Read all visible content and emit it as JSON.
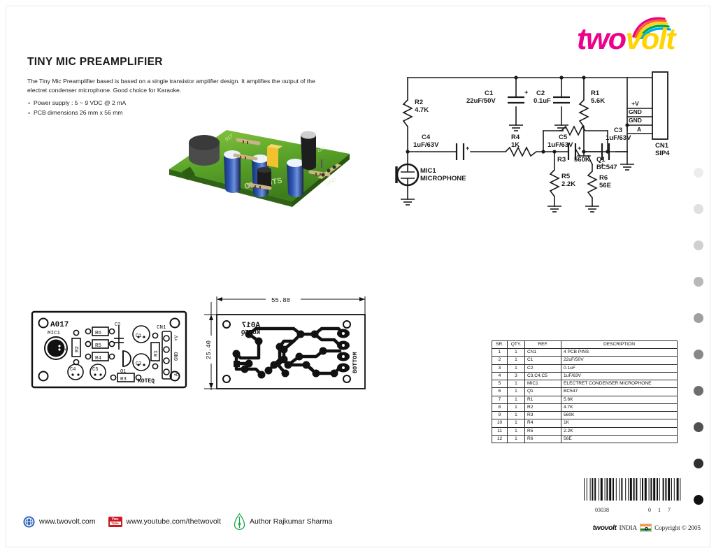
{
  "brand": {
    "logo_two": "two",
    "logo_volt": "volt",
    "accent_magenta": "#ec008c",
    "accent_yellow": "#ffd400"
  },
  "header": {
    "title": "TINY MIC PREAMPLIFIER",
    "intro": "The Tiny Mic Preamplifier based  is based on a single transistor amplifier design.  It amplifies the output of the electret condenser microphone.  Good choice for Karaoke.",
    "bullets": [
      "Power supply : 5 ~ 9 VDC @ 2 mA",
      "PCB dimensions 26 mm x 56 mm"
    ]
  },
  "schematic": {
    "components": [
      {
        "ref": "R2",
        "value": "4.7K"
      },
      {
        "ref": "C1",
        "value": "22uF/50V"
      },
      {
        "ref": "C2",
        "value": "0.1uF"
      },
      {
        "ref": "R1",
        "value": "5.6K"
      },
      {
        "ref": "C3",
        "value": "1uF/63V"
      },
      {
        "ref": "C4",
        "value": "1uF/63V"
      },
      {
        "ref": "R4",
        "value": "1K"
      },
      {
        "ref": "C5",
        "value": "1uF/63V"
      },
      {
        "ref": "R3",
        "value": "560K"
      },
      {
        "ref": "Q1",
        "value": "BC547"
      },
      {
        "ref": "R5",
        "value": "2.2K"
      },
      {
        "ref": "R6",
        "value": "56E"
      },
      {
        "ref": "MIC1",
        "value": "MICROPHONE"
      },
      {
        "ref": "CN1",
        "value": "SIP4"
      }
    ],
    "connector_pins": [
      "+V",
      "GND",
      "GND",
      "A"
    ]
  },
  "pcb": {
    "board_id": "A017",
    "maker": "KOTEQ",
    "bottom_label": "BOTTOM",
    "dim_width": "55.88",
    "dim_height": "25.40",
    "silk_refs": [
      "MIC1",
      "R2",
      "R6",
      "R5",
      "R4",
      "C4",
      "C5",
      "C2",
      "C1",
      "Q1",
      "C3",
      "R1",
      "R3",
      "CN1"
    ],
    "connector_labels": [
      "+V",
      "GND",
      "A"
    ]
  },
  "parts_table": {
    "headers": [
      "SR.",
      "QTY.",
      "REF.",
      "DESCRIPTION"
    ],
    "rows": [
      [
        "1",
        "1",
        "CN1",
        "4 PCB PINS"
      ],
      [
        "2",
        "1",
        "C1",
        "22uF/50V"
      ],
      [
        "3",
        "1",
        "C2",
        "0.1uF"
      ],
      [
        "4",
        "3",
        "C3,C4,C5",
        "1uF/63V"
      ],
      [
        "5",
        "1",
        "MIC1",
        "ELECTRET CONDENSER MICROPHONE"
      ],
      [
        "6",
        "1",
        "Q1",
        "BC547"
      ],
      [
        "7",
        "1",
        "R1",
        "5.6K"
      ],
      [
        "8",
        "1",
        "R2",
        "4.7K"
      ],
      [
        "9",
        "1",
        "R3",
        "560K"
      ],
      [
        "10",
        "1",
        "R4",
        "1K"
      ],
      [
        "11",
        "1",
        "R5",
        "2.2K"
      ],
      [
        "12",
        "1",
        "R6",
        "56E"
      ]
    ]
  },
  "footer": {
    "website": "www.twovolt.com",
    "youtube": "www.youtube.com/thetwovolt",
    "author": "Author Rajkumar Sharma"
  },
  "barcode": {
    "number_left": "03038",
    "number_right": "0  1  7",
    "brand": "twovolt",
    "country": "INDIA",
    "copyright": "Copyright © 2005"
  },
  "calibration_dots": [
    "#ededed",
    "#e0e0e0",
    "#cfcfcf",
    "#b8b8b8",
    "#a0a0a0",
    "#888888",
    "#6e6e6e",
    "#505050",
    "#303030",
    "#111111"
  ]
}
